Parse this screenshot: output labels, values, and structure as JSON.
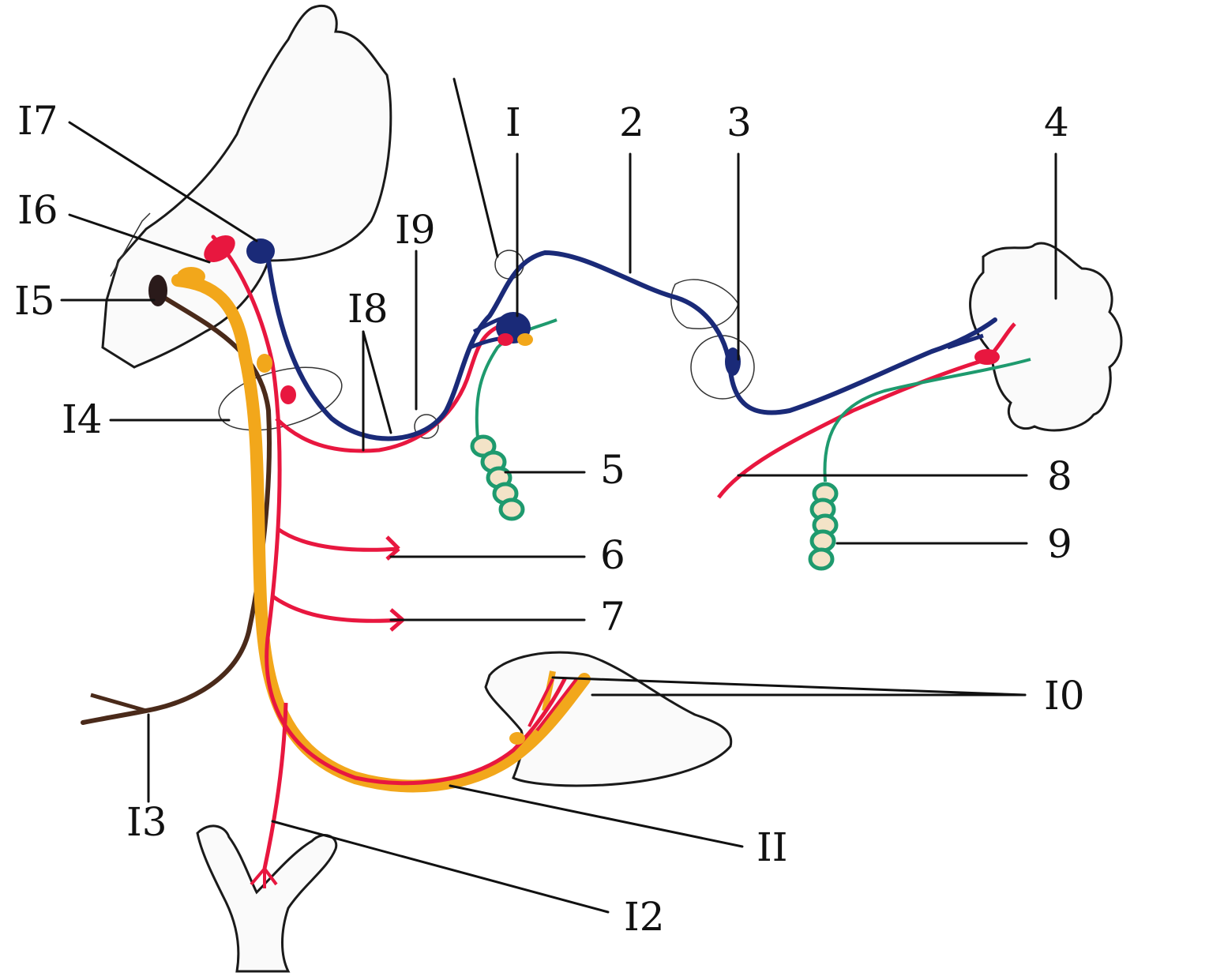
{
  "labels": {
    "l1": "I",
    "l2": "2",
    "l3": "3",
    "l4": "4",
    "l5": "5",
    "l6": "6",
    "l7": "7",
    "l8": "8",
    "l9": "9",
    "l10": "I0",
    "l11": "II",
    "l12": "I2",
    "l13": "I3",
    "l14": "I4",
    "l15": "I5",
    "l16": "I6",
    "l17": "I7",
    "l18": "I8",
    "l19": "I9"
  },
  "colors": {
    "blue_nerve": "#1a2a78",
    "red_nerve": "#e8173f",
    "orange_nerve": "#f2a71b",
    "brown_nerve": "#4a2a1a",
    "green_nerve": "#1e9a6e",
    "outline": "#1a1a1a"
  }
}
